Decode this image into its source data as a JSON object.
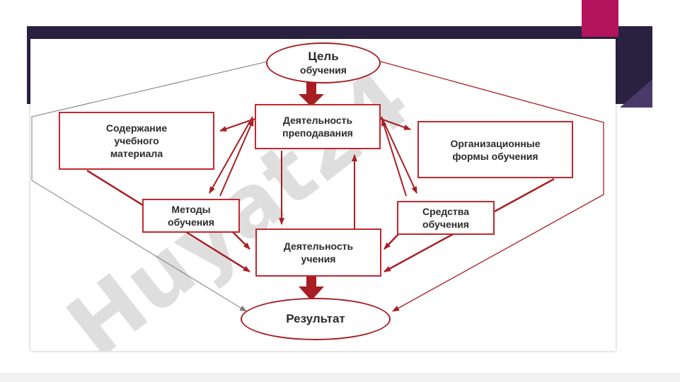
{
  "diagram": {
    "goal": {
      "line1": "Цель",
      "line2": "обучения"
    },
    "teaching": {
      "line1": "Деятельность",
      "line2": "преподавания"
    },
    "content": {
      "line1": "Содержание",
      "line2": "учебного",
      "line3": "материала"
    },
    "forms": {
      "line1": "Организационные",
      "line2": "формы обучения"
    },
    "methods": {
      "line1": "Методы",
      "line2": "обучения"
    },
    "means": {
      "line1": "Средства",
      "line2": "обучения"
    },
    "learning": {
      "line1": "Деятельность",
      "line2": "учения"
    },
    "result": {
      "label": "Результат"
    }
  },
  "watermark": {
    "text": "Huyat24"
  },
  "colors": {
    "arrow": "#a81e23",
    "box_border": "#c0292e",
    "slide_bar": "#2a2140",
    "slide_accent": "#b3145c",
    "watermark": "#8a8a8a"
  }
}
